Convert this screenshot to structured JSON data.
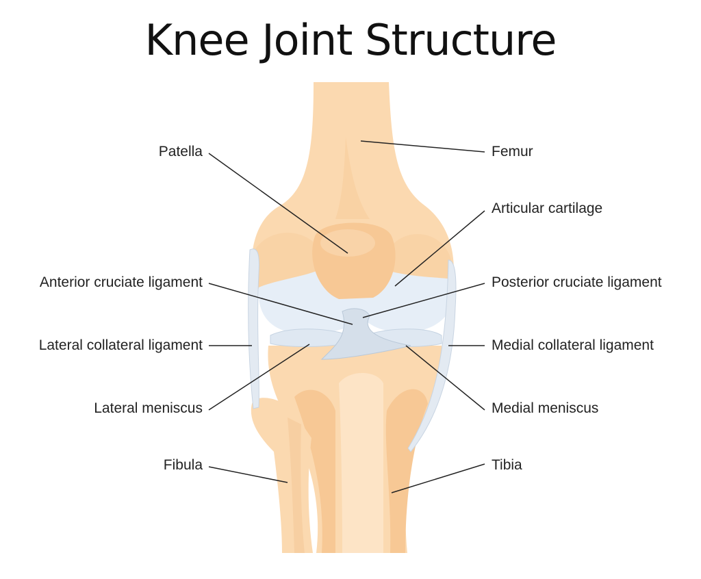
{
  "title": "Knee Joint Structure",
  "labels": {
    "patella": "Patella",
    "femur": "Femur",
    "articular_cartilage": "Articular cartilage",
    "acl": "Anterior cruciate ligament",
    "pcl": "Posterior cruciate ligament",
    "lcl": "Lateral collateral ligament",
    "mcl": "Medial  collateral ligament",
    "lateral_meniscus": "Lateral meniscus",
    "medial_meniscus": "Medial meniscus",
    "fibula": "Fibula",
    "tibia": "Tibia"
  },
  "colors": {
    "bone": "#fbd9b0",
    "bone_shade": "#f7c895",
    "cartilage": "#e6eef7",
    "ligament": "#d5dfea",
    "line": "#222222"
  }
}
